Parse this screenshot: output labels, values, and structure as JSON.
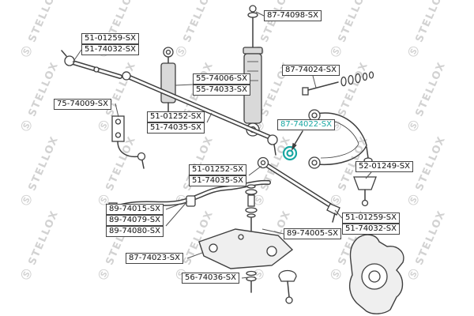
{
  "diagram": {
    "brand": "STELLOX",
    "watermark_text": "Ⓢ STELLOX",
    "highlight_color": "#17a7a2"
  },
  "labels": [
    {
      "text": "87-74098-SX",
      "highlighted": false
    },
    {
      "text": "51-01259-SX",
      "highlighted": false
    },
    {
      "text": "51-74032-SX",
      "highlighted": false
    },
    {
      "text": "55-74006-SX",
      "highlighted": false
    },
    {
      "text": "55-74033-SX",
      "highlighted": false
    },
    {
      "text": "87-74024-SX",
      "highlighted": false
    },
    {
      "text": "75-74009-SX",
      "highlighted": false
    },
    {
      "text": "51-01252-SX",
      "highlighted": false
    },
    {
      "text": "51-74035-SX",
      "highlighted": false
    },
    {
      "text": "87-74022-SX",
      "highlighted": true
    },
    {
      "text": "52-01249-SX",
      "highlighted": false
    },
    {
      "text": "51-01252-SX",
      "highlighted": false
    },
    {
      "text": "51-74035-SX",
      "highlighted": false
    },
    {
      "text": "89-74015-SX",
      "highlighted": false
    },
    {
      "text": "89-74079-SX",
      "highlighted": false
    },
    {
      "text": "89-74080-SX",
      "highlighted": false
    },
    {
      "text": "51-01259-SX",
      "highlighted": false
    },
    {
      "text": "51-74032-SX",
      "highlighted": false
    },
    {
      "text": "89-74005-SX",
      "highlighted": false
    },
    {
      "text": "87-74023-SX",
      "highlighted": false
    },
    {
      "text": "56-74036-SX",
      "highlighted": false
    }
  ]
}
